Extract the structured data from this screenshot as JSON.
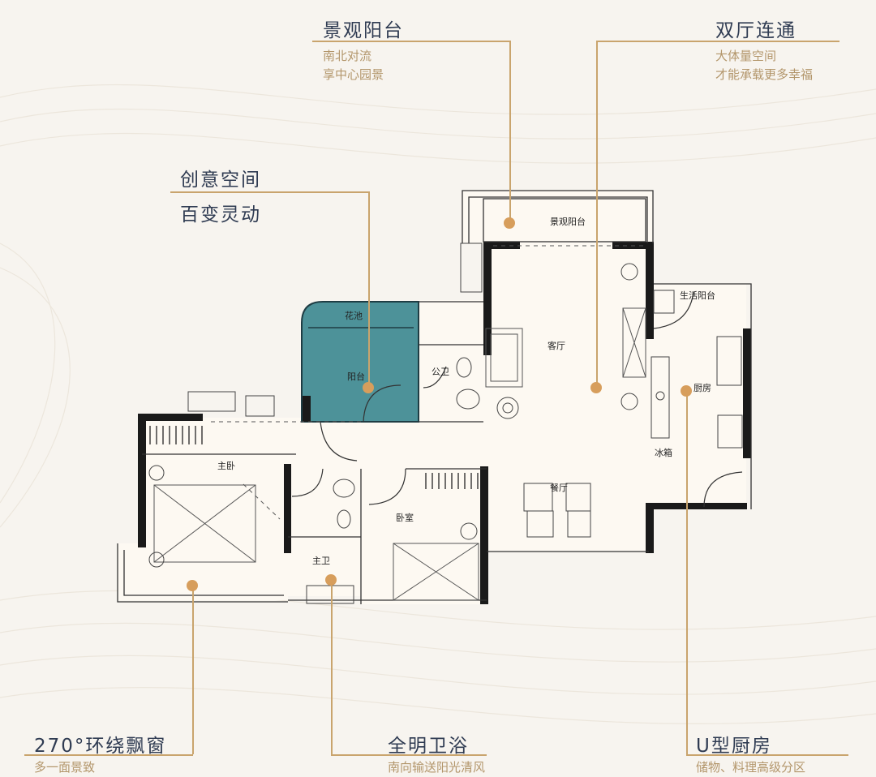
{
  "annotations": {
    "balcony_view": {
      "title": "景观阳台",
      "lines": [
        "南北对流",
        "享中心园景"
      ]
    },
    "double_hall": {
      "title": "双厅连通",
      "lines": [
        "大体量空间",
        "才能承载更多幸福"
      ]
    },
    "creative_space": {
      "title_line1": "创意空间",
      "title_line2": "百变灵动"
    },
    "bay_window": {
      "title": "270°环绕飘窗",
      "lines": [
        "多一面景致"
      ]
    },
    "bathroom": {
      "title": "全明卫浴",
      "lines": [
        "南向输送阳光清风"
      ]
    },
    "kitchen": {
      "title": "U型厨房",
      "lines": [
        "储物、料理高级分区"
      ]
    }
  },
  "rooms": {
    "view_balcony": "景观阳台",
    "living": "客厅",
    "dining": "餐厅",
    "public_bath": "公卫",
    "balcony": "阳台",
    "flower_pool": "花池",
    "master_bed": "主卧",
    "bedroom": "卧室",
    "master_bath": "主卫",
    "kitchen": "厨房",
    "service_balcony": "生活阳台",
    "fridge": "冰箱"
  },
  "colors": {
    "accent_gold": "#c9a46d",
    "dot": "#d79e5c",
    "balcony_teal": "#4d9299",
    "title_navy": "#2f3b52"
  }
}
